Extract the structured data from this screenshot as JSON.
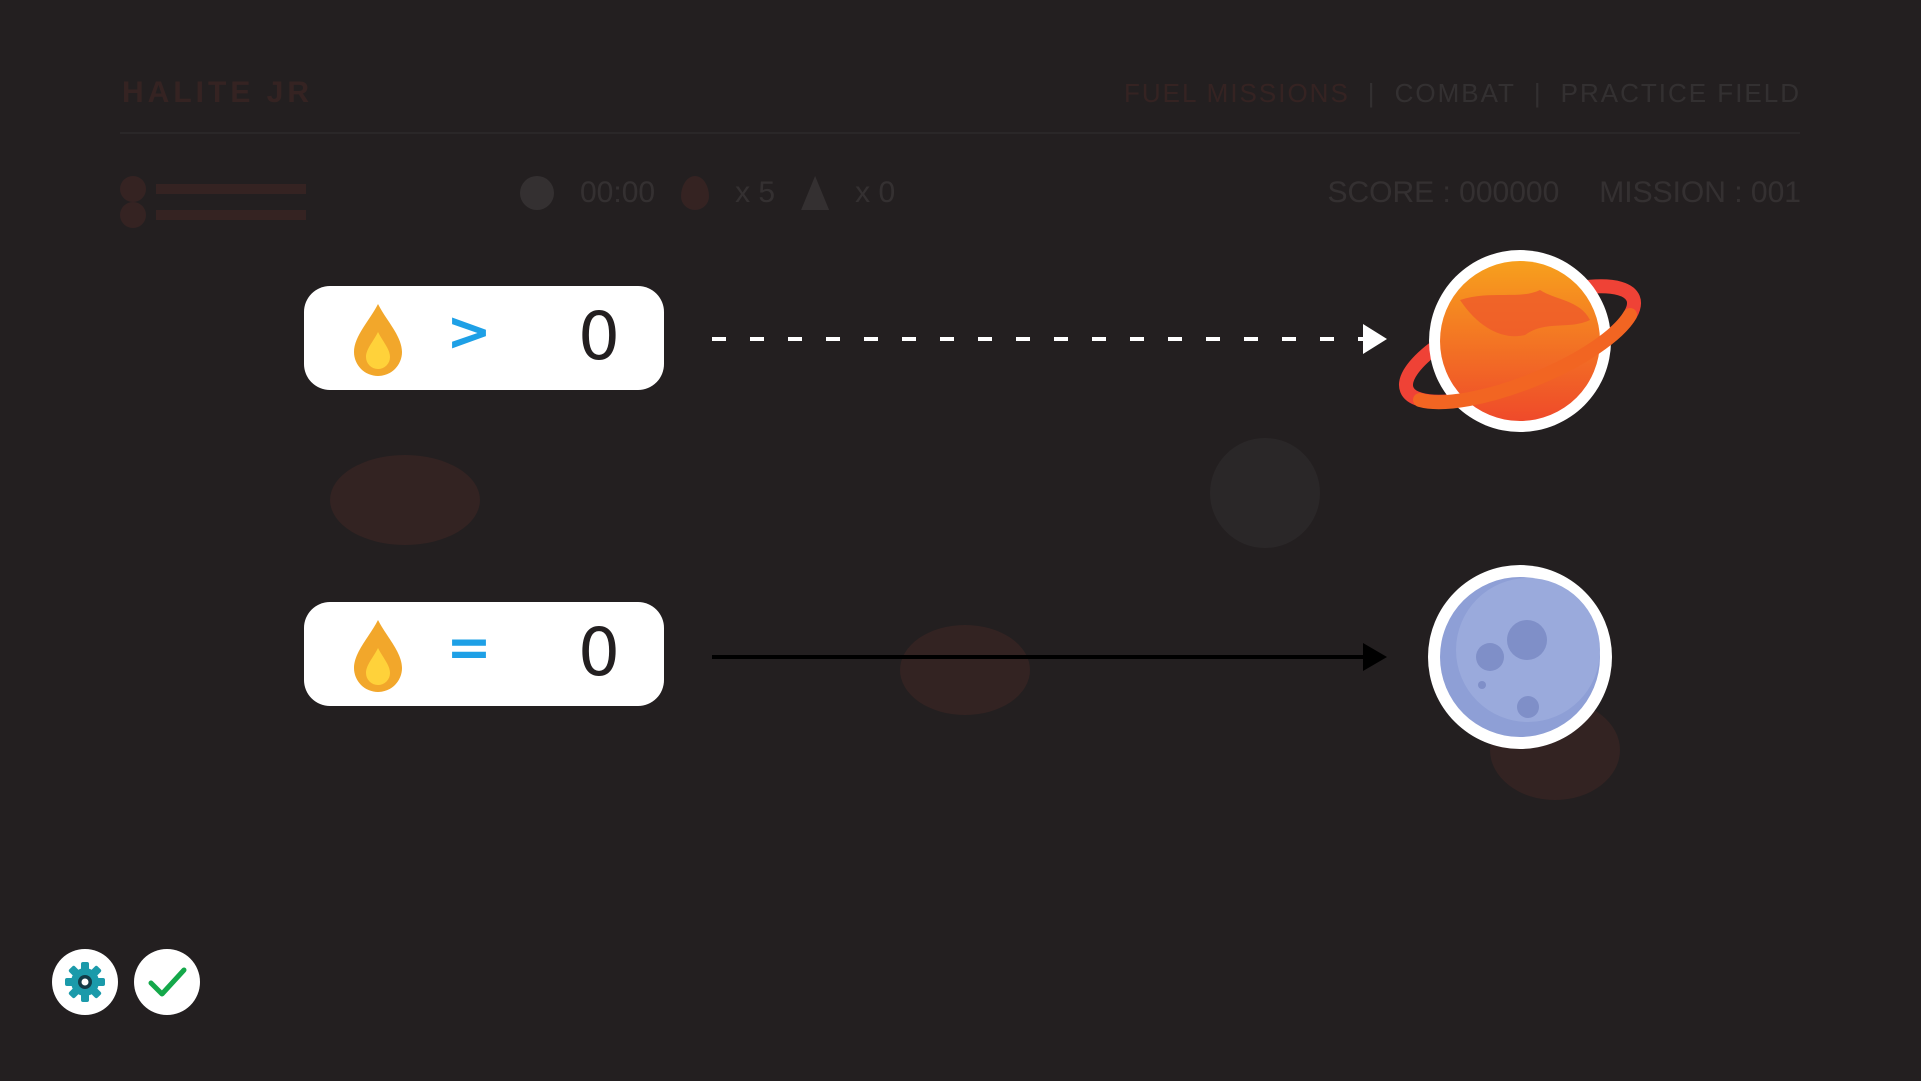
{
  "background_hud": {
    "logo": "HALITE JR",
    "nav": [
      "FUEL MISSIONS",
      "|",
      "COMBAT",
      "|",
      "PRACTICE FIELD"
    ],
    "timer": "00:00",
    "fuel_count": "x 5",
    "ship_count": "x 0",
    "score": "SCORE : 000000",
    "mission": "MISSION : 001"
  },
  "rules": [
    {
      "icon": "fuel-drop-icon",
      "operator": ">",
      "value": "0",
      "arrow_style": "dashed",
      "arrow_color": "#ffffff",
      "destination": "ringed-planet"
    },
    {
      "icon": "fuel-drop-icon",
      "operator": "=",
      "value": "0",
      "arrow_style": "solid",
      "arrow_color": "#000000",
      "destination": "moon"
    }
  ],
  "colors": {
    "background": "#231f20",
    "operator": "#1ea0e6",
    "planet_orange": "#f26522",
    "moon_blue": "#8e9fd6",
    "settings_teal": "#1b9aaa",
    "check_green": "#14a84a"
  },
  "controls": {
    "settings_icon": "gear-icon",
    "confirm_icon": "checkmark-icon"
  }
}
